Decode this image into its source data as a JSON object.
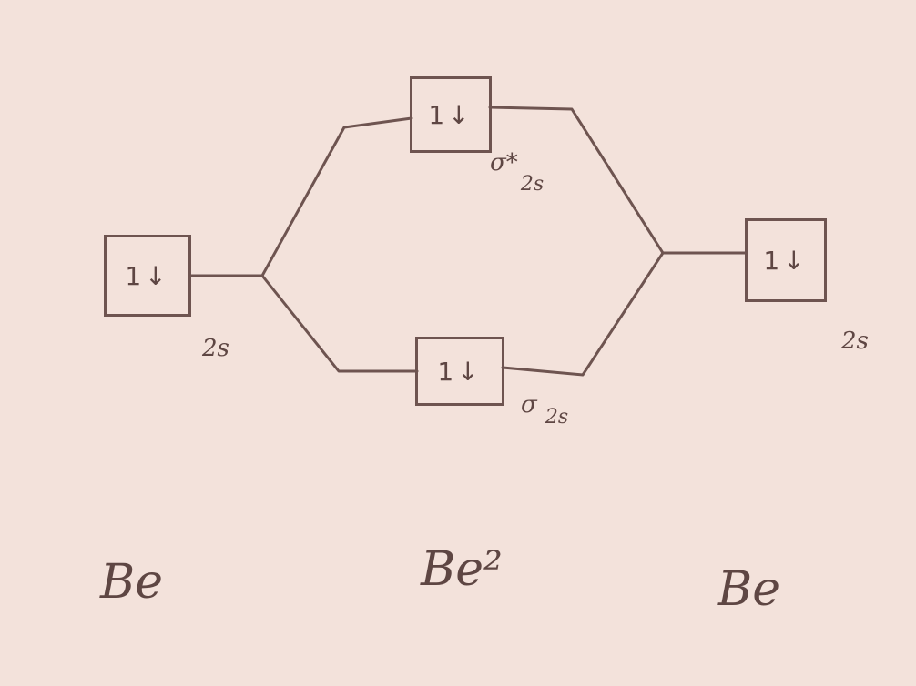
{
  "diagram": {
    "orbitals": {
      "left_atomic": {
        "electrons": "1↓",
        "label": "2s"
      },
      "right_atomic": {
        "electrons": "1↓",
        "label": "2s"
      },
      "antibonding": {
        "electrons": "1↓",
        "label_symbol": "σ*",
        "label_sub": "2s"
      },
      "bonding": {
        "electrons": "1↓",
        "label_symbol": "σ",
        "label_sub": "2s"
      }
    },
    "atoms": {
      "left": "Be",
      "molecule": "Be²",
      "right": "Be"
    },
    "colors": {
      "ink": "#6e5450",
      "paper": "#f3e2db"
    }
  }
}
